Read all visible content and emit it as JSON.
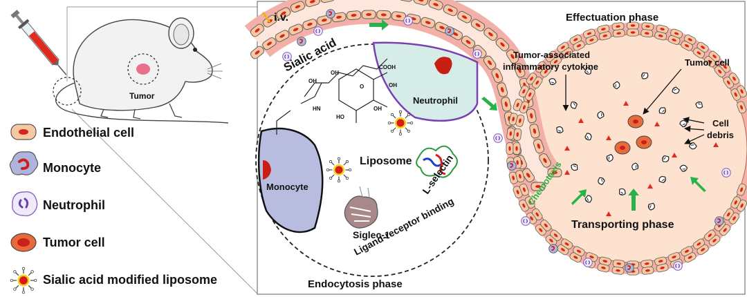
{
  "legend": {
    "items": [
      {
        "label": "Endothelial cell",
        "icon": "endothelial-cell-icon"
      },
      {
        "label": "Monocyte",
        "icon": "monocyte-icon"
      },
      {
        "label": "Neutrophil",
        "icon": "neutrophil-icon"
      },
      {
        "label": "Tumor cell",
        "icon": "tumor-cell-icon"
      },
      {
        "label": "Sialic acid modified liposome",
        "icon": "liposome-icon"
      }
    ]
  },
  "mouse": {
    "tumor_label": "Tumor"
  },
  "vessel": {
    "injection_label": "i.v."
  },
  "endocytosis": {
    "sialic_acid": "Sialic acid",
    "neutrophil": "Neutrophil",
    "monocyte": "Monocyte",
    "liposome": "Liposome",
    "l_selectin": "L-selectin",
    "siglec": "Siglec-1",
    "binding": "Ligand-receptor binding",
    "phase": "Endocytosis phase",
    "chem_labels": [
      "COOH",
      "OH",
      "OH",
      "OH",
      "O",
      "OH",
      "HN",
      "HO"
    ]
  },
  "effectuation": {
    "phase": "Effectuation phase",
    "cytokine_line1": "Tumor-associated",
    "cytokine_line2": "inflammatory cytokine",
    "tumor_cell": "Tumor cell",
    "debris_line1": "Cell",
    "debris_line2": "debris",
    "chemotaxis": "Chemotaxis",
    "transporting": "Transporting phase"
  },
  "colors": {
    "endothelial_fill": "#f7c8a4",
    "endothelial_nucleus": "#d8241c",
    "monocyte_fill": "#aeb4dc",
    "monocyte_nucleus": "#c8201a",
    "neutrophil_fill": "#eeeaf8",
    "neutrophil_outline": "#8a63c4",
    "tumor_fill": "#e86a3a",
    "liposome_core": "#d81a14",
    "liposome_ring": "#f2d21c",
    "vessel_lumen": "#fde6dc",
    "effect_bg": "#fde3cf",
    "neutrophil_region": "#d6ece8",
    "arrow_green": "#28b24a"
  }
}
